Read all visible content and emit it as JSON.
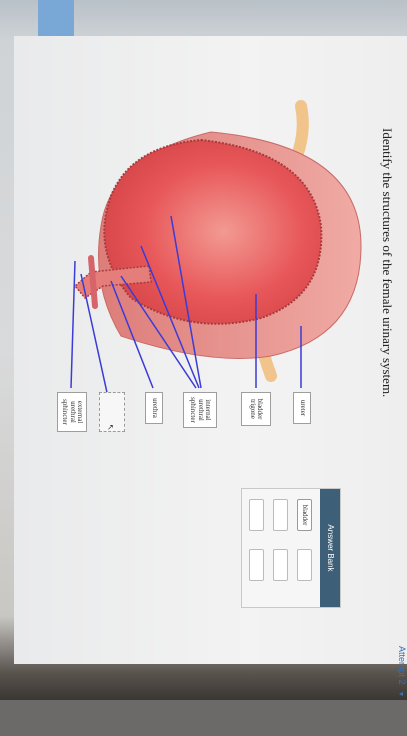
{
  "question": {
    "title": "Identify the structures of the female urinary system."
  },
  "header": {
    "attempt_label": "Attempt 2",
    "attempt_caret": "▼"
  },
  "answer_bank": {
    "title": "Answer Bank",
    "items": [
      {
        "label": "bladder"
      }
    ]
  },
  "labels": [
    {
      "id": "ureter",
      "text": "ureter"
    },
    {
      "id": "bladder-trigone",
      "text": "bladder trigone"
    },
    {
      "id": "internal-urethral-sphincter",
      "text": "internal urethral sphincter"
    },
    {
      "id": "urethra",
      "text": "urethra"
    },
    {
      "id": "external-urethral-sphincter",
      "text": "external urethral sphincter"
    }
  ],
  "colors": {
    "bank_header": "#3e5f78",
    "leader_line": "#3b3bd6",
    "bladder_inner": "#e8585a",
    "bladder_wall": "#e98a86",
    "ureter": "#f0c48a",
    "attempt_link": "#3a6fb2"
  },
  "icons": {
    "cursor": "cursor-arrow-icon",
    "attempt_caret": "caret-down-icon"
  }
}
